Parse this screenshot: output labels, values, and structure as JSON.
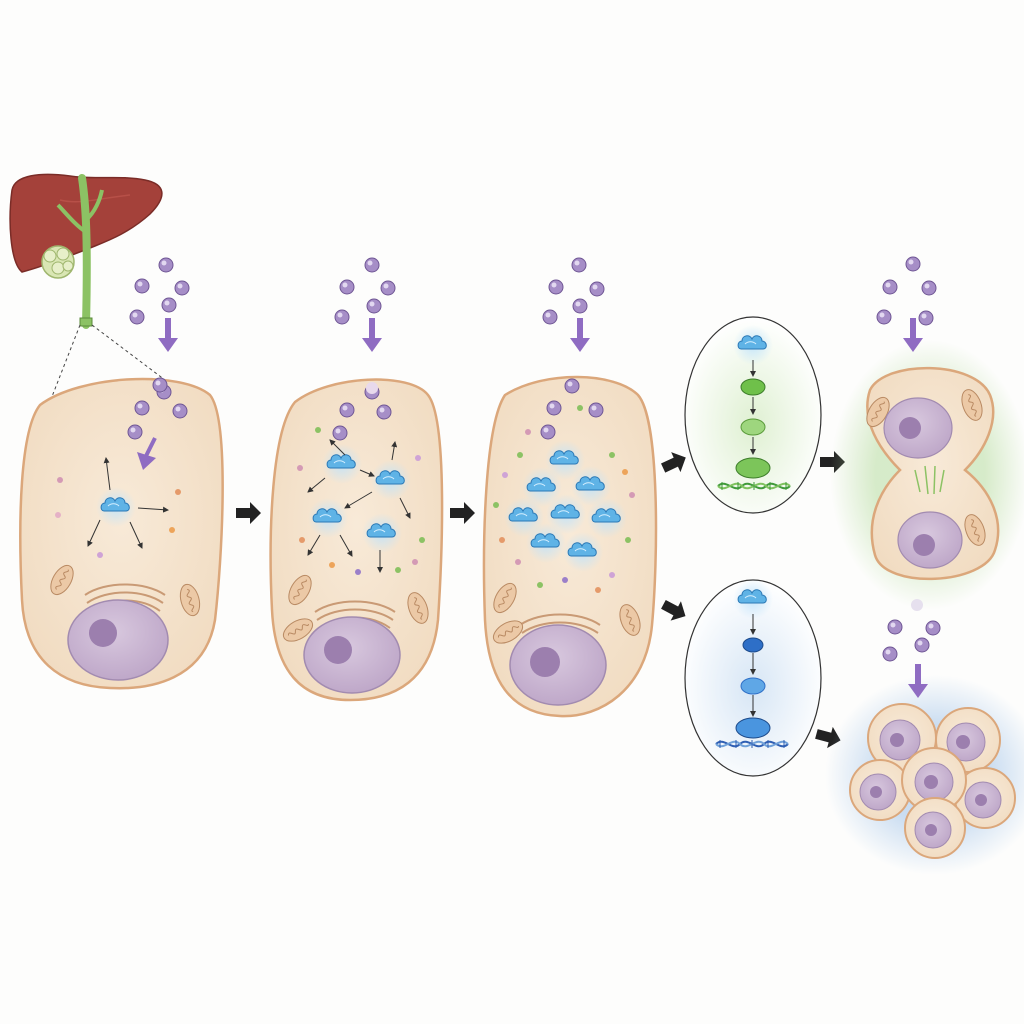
{
  "colors": {
    "background": "#fdfdfc",
    "cell_fill": "#f5e3cc",
    "cell_stroke": "#dba77b",
    "nucleus_fill": "#cbb7d3",
    "nucleolus": "#9c7fae",
    "ligand": "#a68ec7",
    "arrow_purple": "#8f6cc2",
    "signal_cloud": "#5fb3e6",
    "liver": "#a4413a",
    "bile_duct": "#8cc264",
    "tumor": "#d9e6b3",
    "green_glow": "#b7dca0",
    "blue_glow": "#a9c8ea",
    "path_green": "#6fc04a",
    "path_blue": "#2e6fc7",
    "dna_green": "#3f9a3a",
    "dna_blue": "#2f5fb3",
    "block_arrow": "#222222"
  },
  "icons": {
    "organ": "liver-icon",
    "signal": "signaling-complex-icon",
    "ligand": "ligand-molecule-icon",
    "dna": "dna-helix-icon"
  },
  "stages": [
    {
      "id": "initial",
      "signal_complexes": 1
    },
    {
      "id": "amplified",
      "signal_complexes": 4
    },
    {
      "id": "saturated",
      "signal_complexes": 8
    }
  ],
  "pathways": [
    {
      "id": "proliferation",
      "outcome": "cell-division"
    },
    {
      "id": "clonal-expansion",
      "outcome": "cell-cluster"
    }
  ]
}
